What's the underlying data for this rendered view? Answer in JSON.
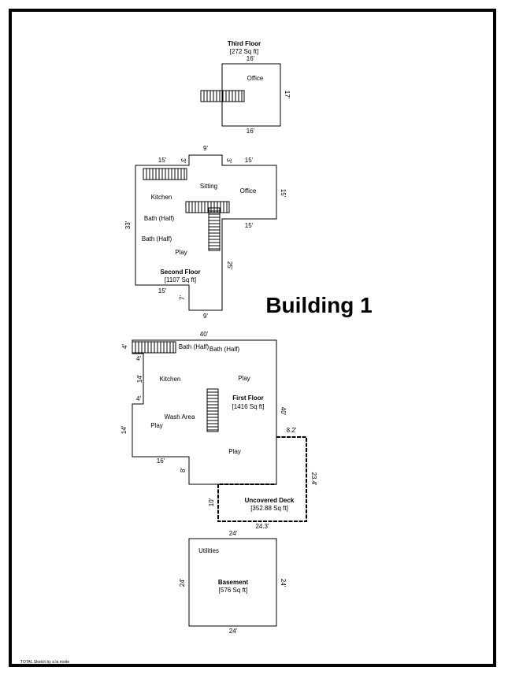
{
  "building_title": "Building 1",
  "credit": "TOTAL Sketch by a la mode",
  "third_floor": {
    "title": "Third Floor",
    "area": "[272 Sq ft]",
    "rooms": [
      "Office"
    ],
    "dims": {
      "top": "16'",
      "bottom": "16'",
      "right": "17'"
    }
  },
  "second_floor": {
    "title": "Second Floor",
    "area": "[1107 Sq ft]",
    "rooms": [
      "Kitchen",
      "Sitting",
      "Office",
      "Bath (Half)",
      "Bath (Half)",
      "Play"
    ],
    "dims": [
      "15'",
      "3'",
      "9'",
      "3'",
      "15'",
      "15'",
      "15'",
      "25'",
      "33'",
      "15'",
      "7'",
      "9'"
    ]
  },
  "first_floor": {
    "title": "First Floor",
    "area": "[1416 Sq ft]",
    "rooms": [
      "Bath (Half)",
      "Bath (Half)",
      "Kitchen",
      "Play",
      "Wash Area",
      "Play",
      "Play"
    ],
    "dims": [
      "40'",
      "4'",
      "4'",
      "14'",
      "4'",
      "14'",
      "40'",
      "16'",
      "8'"
    ]
  },
  "deck": {
    "title": "Uncovered Deck",
    "area": "[352.88 Sq ft]",
    "dims": [
      "8.2'",
      "23.4'",
      "10'",
      "24.3'"
    ]
  },
  "basement": {
    "title": "Basement",
    "area": "[576 Sq ft]",
    "rooms": [
      "Utilities"
    ],
    "dims": {
      "top": "24'",
      "bottom": "24'",
      "left": "24'",
      "right": "24'"
    }
  }
}
